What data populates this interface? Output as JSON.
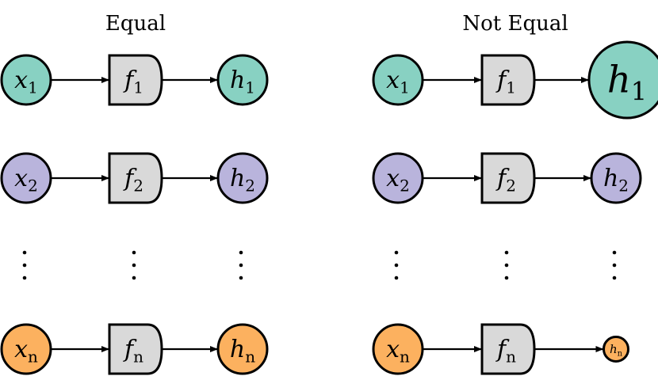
{
  "colors": {
    "row1": "#88d1c2",
    "row2": "#b9b4dc",
    "rown": "#fcb15f",
    "function_fill": "#d9d9d9",
    "stroke": "#000000"
  },
  "panels": [
    {
      "title": "Equal",
      "rows": [
        {
          "input": {
            "symbol": "x",
            "sub": "1"
          },
          "func": {
            "symbol": "f",
            "sub": "1"
          },
          "output": {
            "symbol": "h",
            "sub": "1"
          },
          "output_scale": 1
        },
        {
          "input": {
            "symbol": "x",
            "sub": "2"
          },
          "func": {
            "symbol": "f",
            "sub": "2"
          },
          "output": {
            "symbol": "h",
            "sub": "2"
          },
          "output_scale": 1
        },
        {
          "input": {
            "symbol": "x",
            "sub": "n"
          },
          "func": {
            "symbol": "f",
            "sub": "n"
          },
          "output": {
            "symbol": "h",
            "sub": "n"
          },
          "output_scale": 1
        }
      ]
    },
    {
      "title": "Not Equal",
      "rows": [
        {
          "input": {
            "symbol": "x",
            "sub": "1"
          },
          "func": {
            "symbol": "f",
            "sub": "1"
          },
          "output": {
            "symbol": "h",
            "sub": "1"
          },
          "output_scale": 1.55
        },
        {
          "input": {
            "symbol": "x",
            "sub": "2"
          },
          "func": {
            "symbol": "f",
            "sub": "2"
          },
          "output": {
            "symbol": "h",
            "sub": "2"
          },
          "output_scale": 1
        },
        {
          "input": {
            "symbol": "x",
            "sub": "n"
          },
          "func": {
            "symbol": "f",
            "sub": "n"
          },
          "output": {
            "symbol": "h",
            "sub": "n"
          },
          "output_scale": 0.5
        }
      ]
    }
  ]
}
